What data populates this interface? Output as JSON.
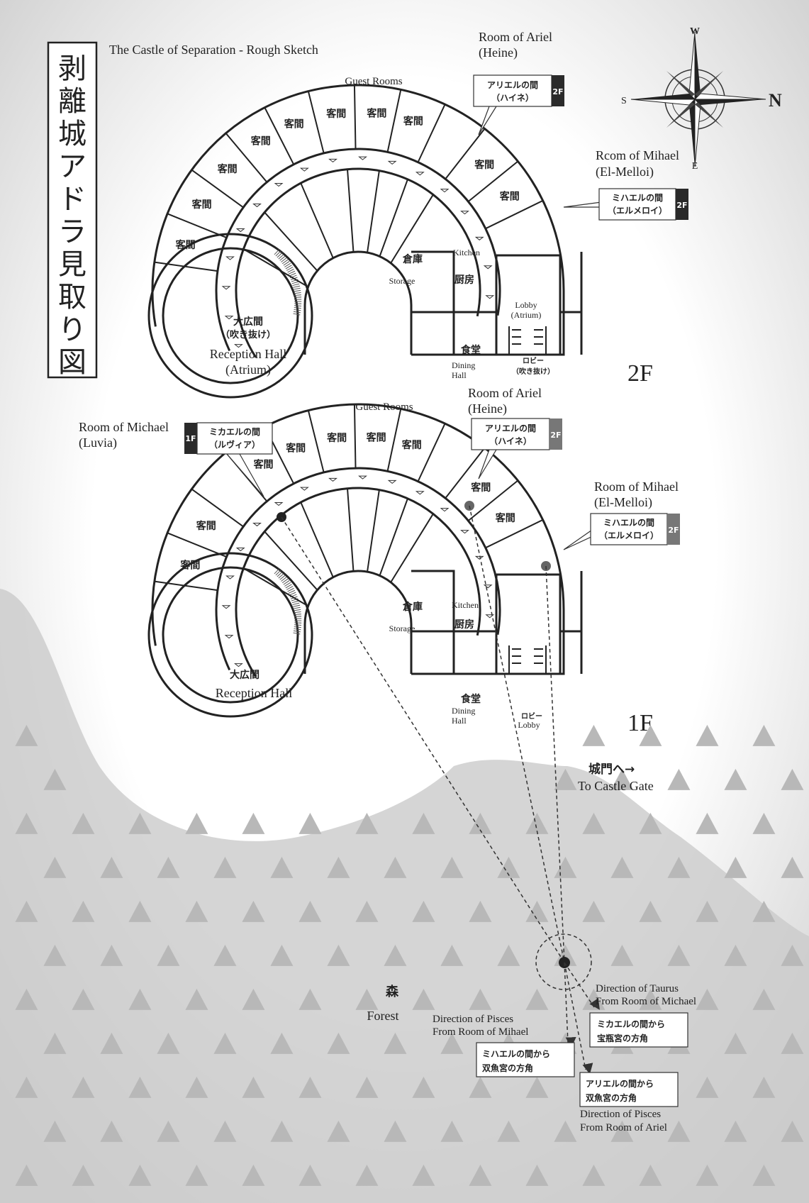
{
  "title_jp": "剥離城アドラ見取り図",
  "title_en": "The Castle of Separation - Rough Sketch",
  "compass": {
    "w": "W",
    "n": "N",
    "s": "S",
    "e": "E"
  },
  "floor2": {
    "label": "2F",
    "guest_rooms_en": "Guest Rooms",
    "guest_room_jp": "客間",
    "ariel": {
      "en1": "Room of Ariel",
      "en2": "(Heine)",
      "jp1": "アリエルの間",
      "jp2": "（ハイネ）",
      "floor_tag": "2F"
    },
    "mihael": {
      "en1": "Rcom of Mihael",
      "en2": "(El-Melloi)",
      "jp1": "ミハエルの間",
      "jp2": "（エルメロイ）",
      "floor_tag": "2F"
    },
    "storage_jp": "倉庫",
    "storage_en": "Storage",
    "kitchen_en": "Kitchen",
    "kitchen_jp": "厨房",
    "lobby_en1": "Lobby",
    "lobby_en2": "(Atrium)",
    "lobby_jp1": "ロビー",
    "lobby_jp2": "（吹き抜け）",
    "dining_jp": "食堂",
    "dining_en1": "Dining",
    "dining_en2": "Hall",
    "hall_jp1": "大広間",
    "hall_jp2": "（吹き抜け）",
    "hall_en1": "Reception Hall",
    "hall_en2": "(Atrium)"
  },
  "floor1": {
    "label": "1F",
    "guest_rooms_en": "Guest Rooms",
    "guest_room_jp": "客間",
    "michael": {
      "en1": "Room of Michael",
      "en2": "(Luvia)",
      "jp1": "ミカエルの間",
      "jp2": "（ルヴィア）",
      "floor_tag": "1F"
    },
    "ariel": {
      "en1": "Room of Ariel",
      "en2": "(Heine)",
      "jp1": "アリエルの間",
      "jp2": "（ハイネ）",
      "floor_tag": "2F"
    },
    "mihael": {
      "en1": "Room of Mihael",
      "en2": "(El-Melloi)",
      "jp1": "ミハエルの間",
      "jp2": "（エルメロイ）",
      "floor_tag": "2F"
    },
    "storage_jp": "倉庫",
    "storage_en": "Storage",
    "kitchen_en": "Kitchen",
    "kitchen_jp": "厨房",
    "dining_jp": "食堂",
    "dining_en1": "Dining",
    "dining_en2": "Hall",
    "lobby_jp": "ロビー",
    "lobby_en": "Lobby",
    "hall_jp": "大広間",
    "hall_en": "Reception Hall"
  },
  "gate": {
    "jp": "城門へ→",
    "en": "To Castle Gate"
  },
  "forest": {
    "jp": "森",
    "en": "Forest"
  },
  "directions": {
    "taurus": {
      "en1": "Direction of Taurus",
      "en2": "From Room of Michael",
      "jp1": "ミカエルの間から",
      "jp2": "宝瓶宮の方角"
    },
    "pisces_mihael": {
      "en1": "Direction of Pisces",
      "en2": "From Room of Mihael",
      "jp1": "ミハエルの間から",
      "jp2": "双魚宮の方角"
    },
    "pisces_ariel": {
      "en1": "Direction of Pisces",
      "en2": "From Room of Ariel",
      "jp1": "アリエルの間から",
      "jp2": "双魚宮の方角"
    }
  },
  "colors": {
    "ink": "#222222",
    "forest": "#c9c9c9",
    "tree": "#b0b0b0",
    "paper": "#f4f4f4"
  }
}
